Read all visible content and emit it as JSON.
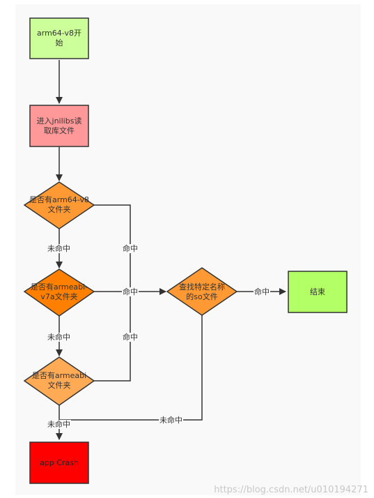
{
  "nodes": {
    "start": "arm64-v8开始",
    "enter_jnilibs": "进入jnilibs读取库文件",
    "check_arm64": "是否有arm64-v8文件夹",
    "check_armeabi_v7a": "是否有armeabi-v7a文件夹",
    "check_armeabi": "是否有armeabi文件夹",
    "find_so": "查找特定名称的so文件",
    "end": "结束",
    "crash": "app Crash"
  },
  "edges": {
    "arm64_miss": "未命中",
    "arm64_hit": "命中",
    "v7a_hit": "命中",
    "v7a_miss": "未命中",
    "armeabi_hit": "命中",
    "armeabi_miss": "未命中",
    "find_hit": "命中",
    "find_miss": "未命中"
  },
  "colors": {
    "start_fill": "#ccff99",
    "enter_fill": "#ff9999",
    "diamond1_fill": "#ff9933",
    "diamond2_fill": "#ff8000",
    "diamond3_fill": "#ffaa55",
    "find_fill": "#ff9933",
    "end_fill": "#b3ff66",
    "crash_fill": "#ff0000",
    "line": "#333333"
  },
  "watermark": "https://blog.csdn.net/u010194271"
}
